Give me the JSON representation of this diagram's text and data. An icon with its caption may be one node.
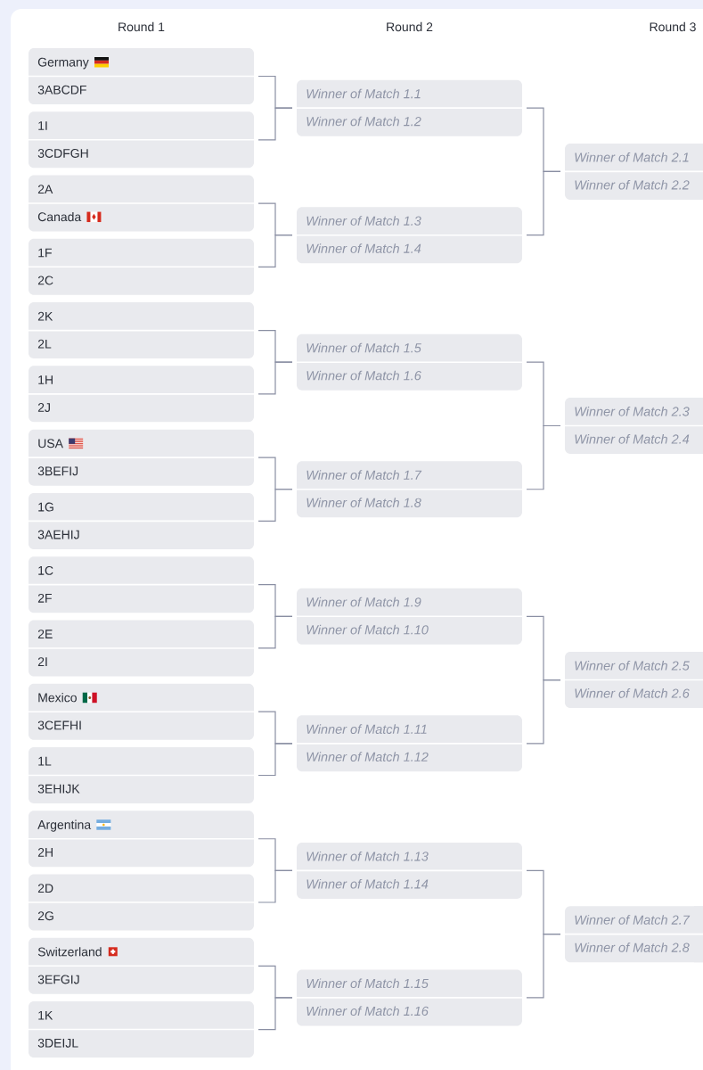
{
  "diagram": {
    "nodes": [
      {
        "text": [
          "Germany",
          "3ABCDF"
        ]
      },
      {
        "text": [
          "1I",
          "3CDFGH"
        ]
      },
      {
        "text": [
          "2A",
          "Canada"
        ]
      },
      {
        "text": [
          "1F",
          "2C"
        ]
      },
      {
        "text": [
          "2K",
          "2L"
        ]
      },
      {
        "text": [
          "1H",
          "2J"
        ]
      },
      {
        "text": [
          "USA",
          "3BEFIJ"
        ]
      },
      {
        "text": [
          "1G",
          "3AEHIJ"
        ]
      },
      {
        "text": [
          "1C",
          "2F"
        ]
      },
      {
        "text": [
          "2E",
          "2I"
        ]
      },
      {
        "text": [
          "Mexico",
          "3CEFHI"
        ]
      },
      {
        "text": [
          "1L",
          "3EHIJK"
        ]
      },
      {
        "text": [
          "Argentina",
          "2H"
        ]
      },
      {
        "text": [
          "2D",
          "2G"
        ]
      },
      {
        "text": [
          "Switzerland",
          "3EFGIJ"
        ]
      },
      {
        "text": [
          "1K",
          "3DEIJL"
        ]
      },
      {
        "text": [
          "Winner of Match 1.1",
          "Winner of Match 1.2"
        ]
      },
      {
        "text": [
          "Winner of Match 1.3",
          "Winner of Match 1.4"
        ]
      },
      {
        "text": [
          "Winner of Match 1.5",
          "Winner of Match 1.6"
        ]
      },
      {
        "text": [
          "Winner of Match 1.7",
          "Winner of Match 1.8"
        ]
      },
      {
        "text": [
          "Winner of Match 1.9",
          "Winner of Match 1.10"
        ]
      },
      {
        "text": [
          "Winner of Match 1.11",
          "Winner of Match 1.12"
        ]
      },
      {
        "text": [
          "Winner of Match 1.13",
          "Winner of Match 1.14"
        ]
      },
      {
        "text": [
          "Winner of Match 1.15",
          "Winner of Match 1.16"
        ]
      },
      {
        "text": [
          "Winner of Match 2.1",
          "Winner of Match 2.2"
        ]
      },
      {
        "text": [
          "Winner of Match 2.3",
          "Winner of Match 2.4"
        ]
      },
      {
        "text": [
          "Winner of Match 2.5",
          "Winner of Match 2.6"
        ]
      },
      {
        "text": [
          "Winner of Match 2.7",
          "Winner of Match 2.8"
        ]
      }
    ],
    "edges": [
      {
        "from": 0,
        "to": 16,
        "arrow": "none"
      },
      {
        "from": 1,
        "to": 16,
        "arrow": "none"
      },
      {
        "from": 2,
        "to": 17,
        "arrow": "none"
      },
      {
        "from": 3,
        "to": 17,
        "arrow": "none"
      },
      {
        "from": 4,
        "to": 18,
        "arrow": "none"
      },
      {
        "from": 5,
        "to": 18,
        "arrow": "none"
      },
      {
        "from": 6,
        "to": 19,
        "arrow": "none"
      },
      {
        "from": 7,
        "to": 19,
        "arrow": "none"
      },
      {
        "from": 8,
        "to": 20,
        "arrow": "none"
      },
      {
        "from": 9,
        "to": 20,
        "arrow": "none"
      },
      {
        "from": 10,
        "to": 21,
        "arrow": "none"
      },
      {
        "from": 11,
        "to": 21,
        "arrow": "none"
      },
      {
        "from": 12,
        "to": 22,
        "arrow": "none"
      },
      {
        "from": 13,
        "to": 22,
        "arrow": "none"
      },
      {
        "from": 14,
        "to": 23,
        "arrow": "none"
      },
      {
        "from": 15,
        "to": 23,
        "arrow": "none"
      },
      {
        "from": 16,
        "to": 24,
        "arrow": "none"
      },
      {
        "from": 17,
        "to": 24,
        "arrow": "none"
      },
      {
        "from": 18,
        "to": 25,
        "arrow": "none"
      },
      {
        "from": 19,
        "to": 25,
        "arrow": "none"
      },
      {
        "from": 20,
        "to": 26,
        "arrow": "none"
      },
      {
        "from": 21,
        "to": 26,
        "arrow": "none"
      },
      {
        "from": 22,
        "to": 27,
        "arrow": "none"
      },
      {
        "from": 23,
        "to": 27,
        "arrow": "none"
      }
    ],
    "labels": [
      "Round 1",
      "Round 2",
      "Round 3"
    ]
  }
}
